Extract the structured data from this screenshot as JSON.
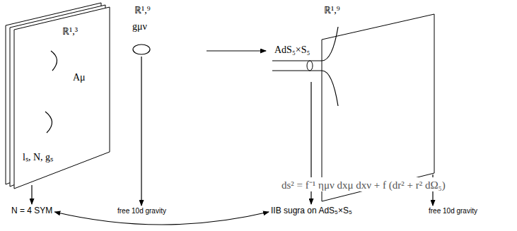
{
  "diagram": {
    "nodes": [
      {
        "text": [
          "ℝ¹,³",
          "Aμ",
          "lₛ, N, gₛ"
        ]
      },
      {
        "text": [
          "gμν"
        ]
      },
      {
        "text": [
          "ℝ¹,⁹"
        ]
      },
      {
        "text": [
          "AdS₅×S₅"
        ]
      },
      {
        "text": [
          "N = 4 SYM"
        ]
      },
      {
        "text": [
          "free 10d gravity"
        ]
      },
      {
        "text": [
          "IIB sugra on AdS₅×S₅"
        ]
      },
      {
        "text": [
          "free 10d gravity"
        ]
      }
    ],
    "edges": [
      {
        "from": 0,
        "to": 4,
        "arrow": "to"
      },
      {
        "from": 1,
        "to": 5,
        "arrow": "to"
      },
      {
        "from": 3,
        "to": 6,
        "arrow": "to"
      },
      {
        "from": 2,
        "to": 7,
        "arrow": "to"
      },
      {
        "from": 4,
        "to": 6,
        "arrow": "both"
      }
    ],
    "labels": [
      "ℝ¹,⁹",
      "ds² = f⁻¹ ημν dxμ dxν + f (dr² + r² dΩ₅)"
    ]
  }
}
